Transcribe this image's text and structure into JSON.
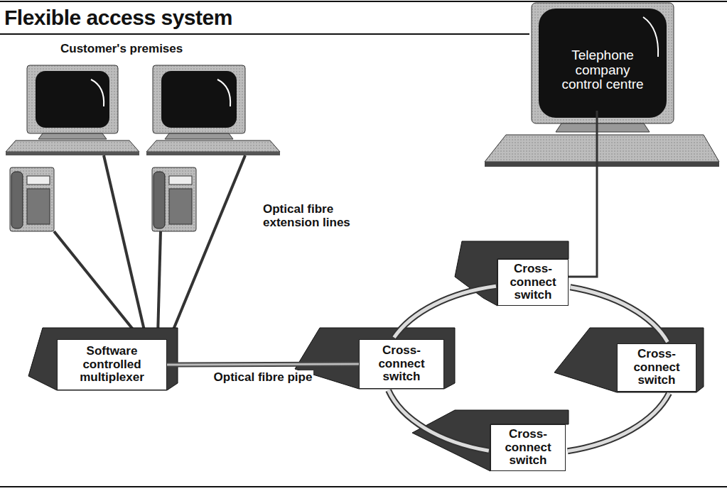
{
  "diagram": {
    "title": "Flexible access system",
    "nodes": [
      {
        "text": [
          "Telephone company control centre"
        ]
      },
      {
        "text": [
          "Cross-connect switch"
        ]
      },
      {
        "text": [
          "Software controlled multiplexer"
        ]
      },
      {
        "text": [
          "Cross-connect switch"
        ]
      },
      {
        "text": [
          "Cross-connect switch"
        ]
      },
      {
        "text": [
          "Cross-connect switch"
        ]
      }
    ],
    "edges": [
      {
        "from": 0,
        "to": 1,
        "arrow": "none"
      },
      {
        "from": 2,
        "to": 3,
        "label": "Optical fibre pipe",
        "arrow": "none"
      },
      {
        "from": 3,
        "to": 1,
        "arrow": "none"
      },
      {
        "from": 1,
        "to": 4,
        "arrow": "none"
      },
      {
        "from": 4,
        "to": 5,
        "arrow": "none"
      },
      {
        "from": 5,
        "to": 3,
        "arrow": "none"
      }
    ],
    "labels": [
      "Customer's premises",
      "Optical fibre extension lines"
    ]
  }
}
